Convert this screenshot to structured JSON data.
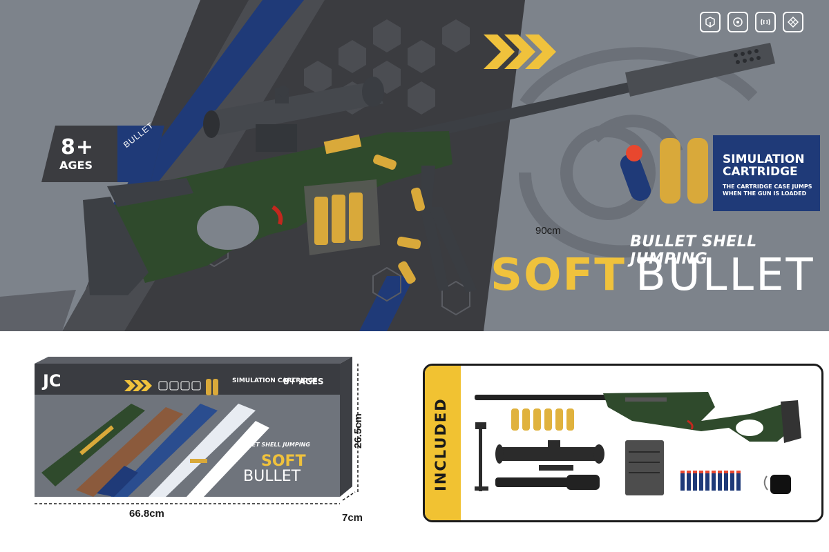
{
  "banner": {
    "ages_number": "8+",
    "ages_word": "AGES",
    "bullet_tag": "BULLET",
    "feature_icons": [
      "cubes-icon",
      "target-icon",
      "sound-wave-icon",
      "diamond-grid-icon"
    ],
    "simulation_title": "SIMULATION CARTRIDGE",
    "simulation_subtitle": "THE CARTRIDGE CASE JUMPS WHEN THE GUN IS LOADED",
    "length_label": "90cm",
    "tagline": "BULLET SHELL JUMPING",
    "title_soft": "SOFT",
    "title_bullet": "BULLET",
    "colors": {
      "background": "#7d838b",
      "accent_blue": "#1f3a78",
      "accent_yellow": "#f0c23c",
      "gun_green": "#2f4a2c",
      "dark_panel": "#3b3c40"
    }
  },
  "box": {
    "simulation_title": "SIMULATION CARTRIDGE",
    "ages": "8+ AGES",
    "tagline": "BULLET SHELL JUMPING",
    "title_soft": "SOFT",
    "title_bullet": "BULLET",
    "width_label": "66.8cm",
    "height_label": "26.5cm",
    "depth_label": "7cm"
  },
  "included": {
    "label": "INCLUDED",
    "items": [
      "rifle-body",
      "shell-casings",
      "bipod",
      "scope",
      "magazine",
      "silencer",
      "foam-darts",
      "sling-clip"
    ],
    "shell_count": 6,
    "dart_count": 10
  }
}
